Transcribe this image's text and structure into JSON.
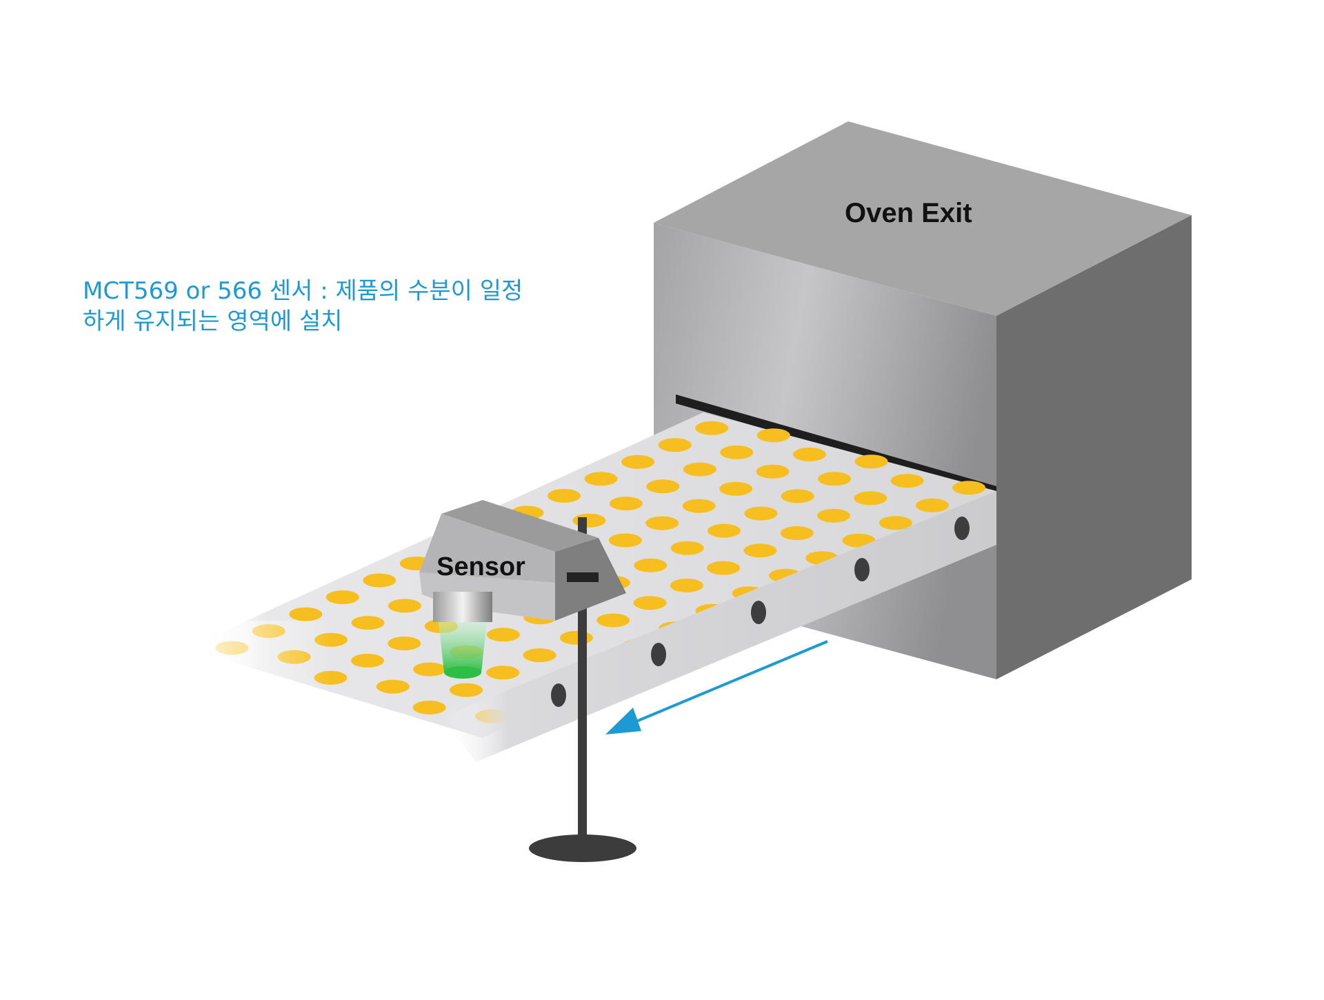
{
  "labels": {
    "oven": "Oven Exit",
    "sensor": "Sensor"
  },
  "caption": {
    "line1": "MCT569 or 566 센서 : 제품의 수분이 일정",
    "line2": "하게 유지되는 영역에 설치"
  },
  "colors": {
    "caption": "#1b9ad6",
    "arrow": "#1b9ad6",
    "product": "#f6bf1f",
    "beam": "#33c24a",
    "oven_front": "#b3b3b6",
    "oven_top": "#a5a5a5",
    "oven_side": "#6e6e6e",
    "stand": "#3c3c3c"
  }
}
